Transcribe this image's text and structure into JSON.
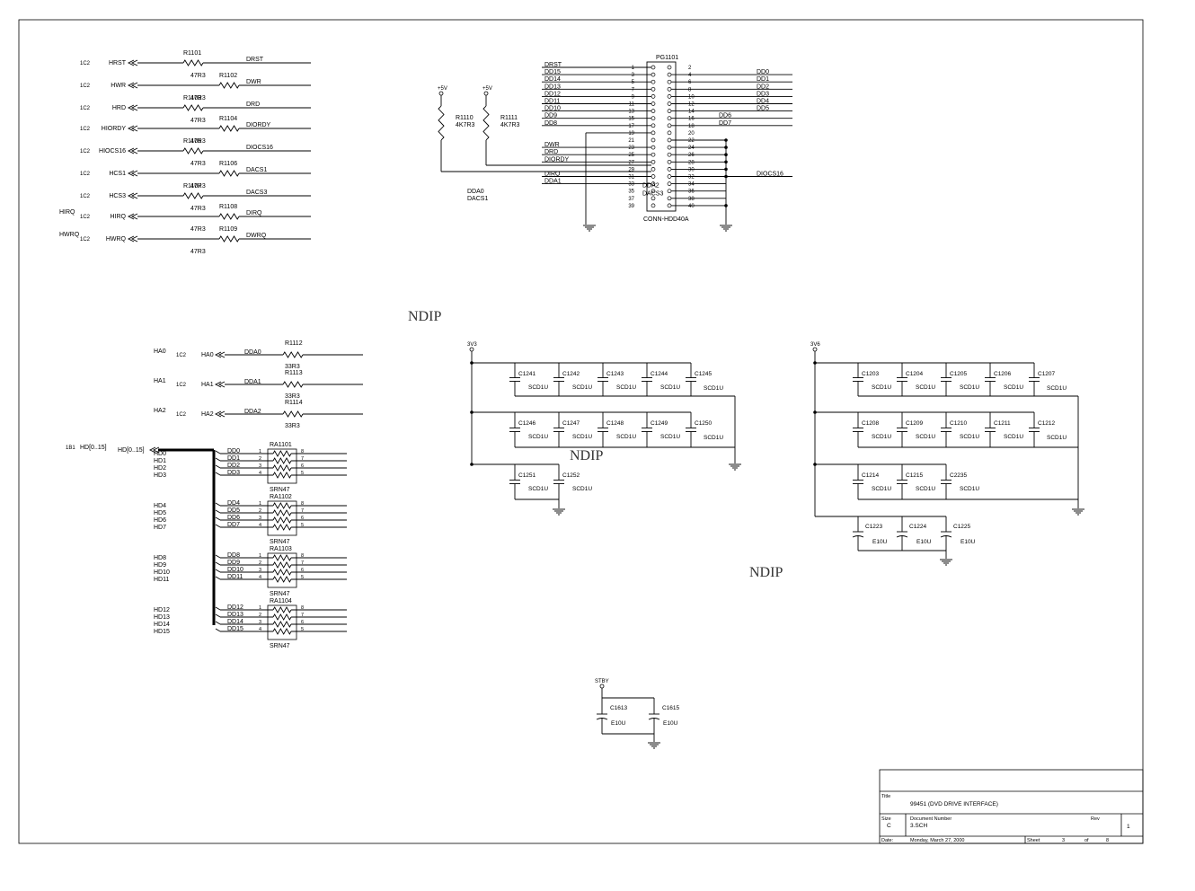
{
  "watermarks": [
    "NDIP",
    "NDIP",
    "NDIP"
  ],
  "series_resistors": [
    {
      "port": "HRST",
      "net": "DRST",
      "ref": "R1101",
      "value": "47R3",
      "ref_tag": "1C2"
    },
    {
      "port": "HWR",
      "net": "DWR",
      "ref": "R1102",
      "value": "47R3",
      "ref_tag": "1C2"
    },
    {
      "port": "HRD",
      "net": "DRD",
      "ref": "R1103",
      "value": "47R3",
      "ref_tag": "1C2"
    },
    {
      "port": "HIORDY",
      "net": "DIORDY",
      "ref": "R1104",
      "value": "47R3",
      "ref_tag": "1C2"
    },
    {
      "port": "HIOCS16",
      "net": "DIOCS16",
      "ref": "R1105",
      "value": "47R3",
      "ref_tag": "1C2"
    },
    {
      "port": "HCS1",
      "net": "DACS1",
      "ref": "R1106",
      "value": "47R3",
      "ref_tag": "1C2"
    },
    {
      "port": "HCS3",
      "net": "DACS3",
      "ref": "R1107",
      "value": "47R3",
      "ref_tag": "1C2"
    },
    {
      "port": "HIRQ",
      "net": "DIRQ",
      "ref": "R1108",
      "value": "47R3",
      "ref_tag": "1C2",
      "ext": "HIRQ"
    },
    {
      "port": "HWRQ",
      "net": "DWRQ",
      "ref": "R1109",
      "value": "47R3",
      "ref_tag": "1C2",
      "ext": "HWRQ"
    }
  ],
  "addr_resistors": [
    {
      "ext": "HA0",
      "port": "HA0",
      "net": "DDA0",
      "ref": "R1112",
      "value": "33R3",
      "ref_tag": "1C2"
    },
    {
      "ext": "HA1",
      "port": "HA1",
      "net": "DDA1",
      "ref": "R1113",
      "value": "33R3",
      "ref_tag": "1C2"
    },
    {
      "ext": "HA2",
      "port": "HA2",
      "net": "DDA2",
      "ref": "R1114",
      "value": "33R3",
      "ref_tag": "1C2"
    }
  ],
  "connector": {
    "ref": "PG1101",
    "name": "CONN-HDD40A",
    "left": [
      {
        "pin": "1",
        "net": "DRST"
      },
      {
        "pin": "3",
        "net": "DD15"
      },
      {
        "pin": "5",
        "net": "DD14"
      },
      {
        "pin": "7",
        "net": "DD13"
      },
      {
        "pin": "9",
        "net": "DD12"
      },
      {
        "pin": "11",
        "net": "DD11"
      },
      {
        "pin": "13",
        "net": "DD10"
      },
      {
        "pin": "15",
        "net": "DD9"
      },
      {
        "pin": "17",
        "net": "DD8"
      },
      {
        "pin": "19",
        "net": ""
      },
      {
        "pin": "21",
        "net": ""
      },
      {
        "pin": "23",
        "net": "DWR"
      },
      {
        "pin": "25",
        "net": "DRD"
      },
      {
        "pin": "27",
        "net": "DIORDY"
      },
      {
        "pin": "29",
        "net": ""
      },
      {
        "pin": "31",
        "net": "DIRQ"
      },
      {
        "pin": "33",
        "net": "DDA1"
      },
      {
        "pin": "35",
        "net": ""
      },
      {
        "pin": "37",
        "net": ""
      },
      {
        "pin": "39",
        "net": ""
      }
    ],
    "right": [
      {
        "pin": "2",
        "net": ""
      },
      {
        "pin": "4",
        "net": "DD0"
      },
      {
        "pin": "6",
        "net": "DD1"
      },
      {
        "pin": "8",
        "net": "DD2"
      },
      {
        "pin": "10",
        "net": "DD3"
      },
      {
        "pin": "12",
        "net": "DD4"
      },
      {
        "pin": "14",
        "net": "DD5"
      },
      {
        "pin": "16",
        "net": "DD6"
      },
      {
        "pin": "18",
        "net": "DD7"
      },
      {
        "pin": "20",
        "net": ""
      },
      {
        "pin": "22",
        "net": ""
      },
      {
        "pin": "24",
        "net": ""
      },
      {
        "pin": "26",
        "net": ""
      },
      {
        "pin": "28",
        "net": ""
      },
      {
        "pin": "30",
        "net": ""
      },
      {
        "pin": "32",
        "net": "DIOCS16"
      },
      {
        "pin": "34",
        "net": ""
      },
      {
        "pin": "36",
        "net": ""
      },
      {
        "pin": "38",
        "net": ""
      },
      {
        "pin": "40",
        "net": ""
      }
    ],
    "inner_labels": [
      "DDA2",
      "DACS3"
    ]
  },
  "pullups": [
    {
      "ref": "R1110",
      "value": "4K7R3",
      "rail": "+5V"
    },
    {
      "ref": "R1111",
      "value": "4K7R3",
      "rail": "+5V"
    }
  ],
  "float_labels": [
    "DDA0",
    "DACS1"
  ],
  "resistor_arrays": [
    {
      "ref": "RA1101",
      "value": "SRN47",
      "hd": [
        "HD0",
        "HD1",
        "HD2",
        "HD3"
      ],
      "dd": [
        "DD0",
        "DD1",
        "DD2",
        "DD3"
      ]
    },
    {
      "ref": "RA1102",
      "value": "SRN47",
      "hd": [
        "HD4",
        "HD5",
        "HD6",
        "HD7"
      ],
      "dd": [
        "DD4",
        "DD5",
        "DD6",
        "DD7"
      ]
    },
    {
      "ref": "RA1103",
      "value": "SRN47",
      "hd": [
        "HD8",
        "HD9",
        "HD10",
        "HD11"
      ],
      "dd": [
        "DD8",
        "DD9",
        "DD10",
        "DD11"
      ]
    },
    {
      "ref": "RA1104",
      "value": "SRN47",
      "hd": [
        "HD12",
        "HD13",
        "HD14",
        "HD15"
      ],
      "dd": [
        "DD12",
        "DD13",
        "DD14",
        "DD15"
      ]
    }
  ],
  "array_pins_left": [
    "1",
    "2",
    "3",
    "4"
  ],
  "array_pins_right": [
    "8",
    "7",
    "6",
    "5"
  ],
  "hd_bus": {
    "ext": "HD[0..15]",
    "port": "HD[0..15]",
    "ref_tag": "1B1"
  },
  "caps_3v3": {
    "rail": "3V3",
    "row1": [
      {
        "ref": "C1241",
        "value": "SCD1U"
      },
      {
        "ref": "C1242",
        "value": "SCD1U"
      },
      {
        "ref": "C1243",
        "value": "SCD1U"
      },
      {
        "ref": "C1244",
        "value": "SCD1U"
      },
      {
        "ref": "C1245",
        "value": "SCD1U"
      }
    ],
    "row2": [
      {
        "ref": "C1246",
        "value": "SCD1U"
      },
      {
        "ref": "C1247",
        "value": "SCD1U"
      },
      {
        "ref": "C1248",
        "value": "SCD1U"
      },
      {
        "ref": "C1249",
        "value": "SCD1U"
      },
      {
        "ref": "C1250",
        "value": "SCD1U"
      }
    ],
    "row3": [
      {
        "ref": "C1251",
        "value": "SCD1U"
      },
      {
        "ref": "C1252",
        "value": "SCD1U"
      }
    ]
  },
  "caps_3v6": {
    "rail": "3V6",
    "row1": [
      {
        "ref": "C1203",
        "value": "SCD1U"
      },
      {
        "ref": "C1204",
        "value": "SCD1U"
      },
      {
        "ref": "C1205",
        "value": "SCD1U"
      },
      {
        "ref": "C1206",
        "value": "SCD1U"
      },
      {
        "ref": "C1207",
        "value": "SCD1U"
      }
    ],
    "row2": [
      {
        "ref": "C1208",
        "value": "SCD1U"
      },
      {
        "ref": "C1209",
        "value": "SCD1U"
      },
      {
        "ref": "C1210",
        "value": "SCD1U"
      },
      {
        "ref": "C1211",
        "value": "SCD1U"
      },
      {
        "ref": "C1212",
        "value": "SCD1U"
      }
    ],
    "row3": [
      {
        "ref": "C1214",
        "value": "SCD1U"
      },
      {
        "ref": "C1215",
        "value": "SCD1U"
      },
      {
        "ref": "C2235",
        "value": "SCD1U"
      }
    ],
    "row4": [
      {
        "ref": "C1223",
        "value": "E10U"
      },
      {
        "ref": "C1224",
        "value": "E10U"
      },
      {
        "ref": "C1225",
        "value": "E10U"
      }
    ]
  },
  "stby": {
    "rail": "STBY",
    "caps": [
      {
        "ref": "C1613",
        "value": "E10U"
      },
      {
        "ref": "C1615",
        "value": "E10U"
      }
    ]
  },
  "title_block": {
    "title_label": "Title",
    "title": "99451 (DVD DRIVE INTERFACE)",
    "size_label": "Size",
    "size": "C",
    "docnum_label": "Document Number",
    "docnum": "3.SCH",
    "rev_label": "Rev",
    "rev": "1",
    "date_label": "Date:",
    "date": "Monday, March 27, 2000",
    "sheet_label": "Sheet",
    "sheet": "3",
    "of_label": "of",
    "of": "8"
  }
}
